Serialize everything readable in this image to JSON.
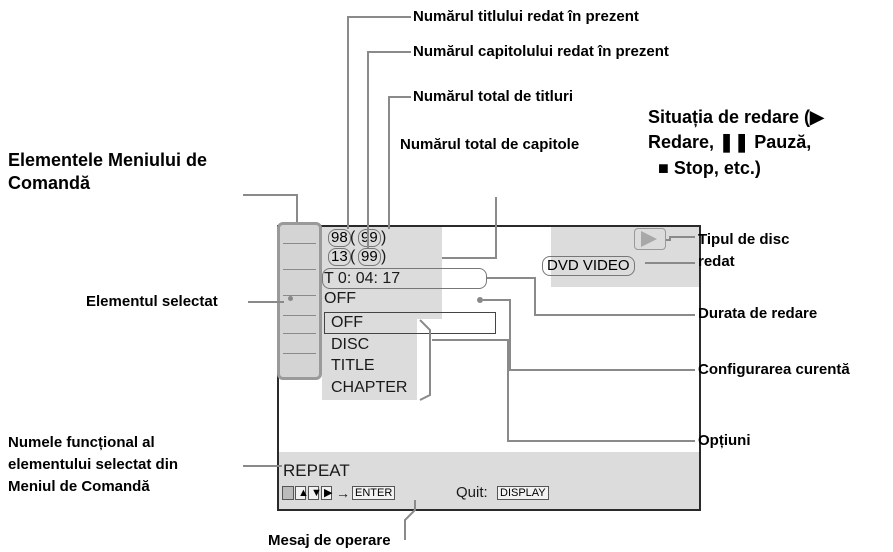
{
  "labels": {
    "title_number": "Numărul titlului redat în prezent",
    "chapter_number": "Numărul capitolului redat în prezent",
    "total_titles": "Numărul total de titluri",
    "total_chapters": "Numărul total de capitole",
    "playback_status_1": "Situația de redare (▶",
    "playback_status_2": "Redare, ❚❚ Pauză,",
    "playback_status_3": "■ Stop, etc.)",
    "control_menu_items_1": "Elementele Meniului de",
    "control_menu_items_2": "Comandă",
    "disc_type_1": "Tipul de disc",
    "disc_type_2": "redat",
    "selected_item": "Elementul selectat",
    "playing_time": "Durata de redare",
    "current_setting": "Configurarea curentă",
    "options": "Opțiuni",
    "function_name_1": "Numele funcțional al",
    "function_name_2": "elementului selectat din",
    "function_name_3": "Meniul de Comandă",
    "operation_message": "Mesaj de operare"
  },
  "osd": {
    "title_current": "98",
    "title_total": "99",
    "chapter_current": "13",
    "chapter_total": "99",
    "time": "T    0: 04: 17",
    "disc_type": "DVD VIDEO",
    "current_value": "OFF",
    "options": [
      "OFF",
      "DISC",
      "TITLE",
      "CHAPTER"
    ],
    "function_name": "REPEAT",
    "enter_key": "ENTER",
    "quit_label": "Quit:",
    "display_key": "DISPLAY"
  },
  "colors": {
    "osd_grey": "#dcdcdc",
    "line": "#888888"
  }
}
